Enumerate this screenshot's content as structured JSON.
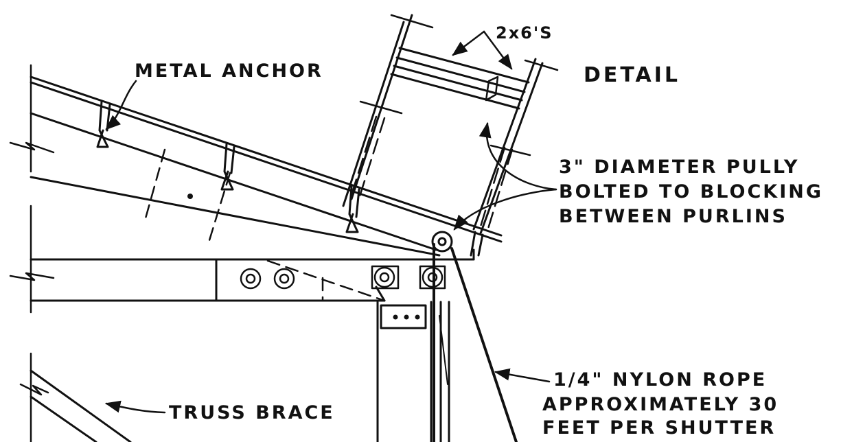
{
  "labels": {
    "metal_anchor": "METAL ANCHOR",
    "lumber": "2x6'S",
    "detail": "DETAIL",
    "pulley_line1": "3\" DIAMETER PULLY",
    "pulley_line2": "BOLTED TO BLOCKING",
    "pulley_line3": "BETWEEN PURLINS",
    "rope_line1": "1/4\" NYLON ROPE",
    "rope_line2": "APPROXIMATELY 30",
    "rope_line3": "FEET PER SHUTTER",
    "truss_brace": "TRUSS BRACE"
  },
  "colors": {
    "ink": "#111111",
    "paper": "#ffffff"
  }
}
